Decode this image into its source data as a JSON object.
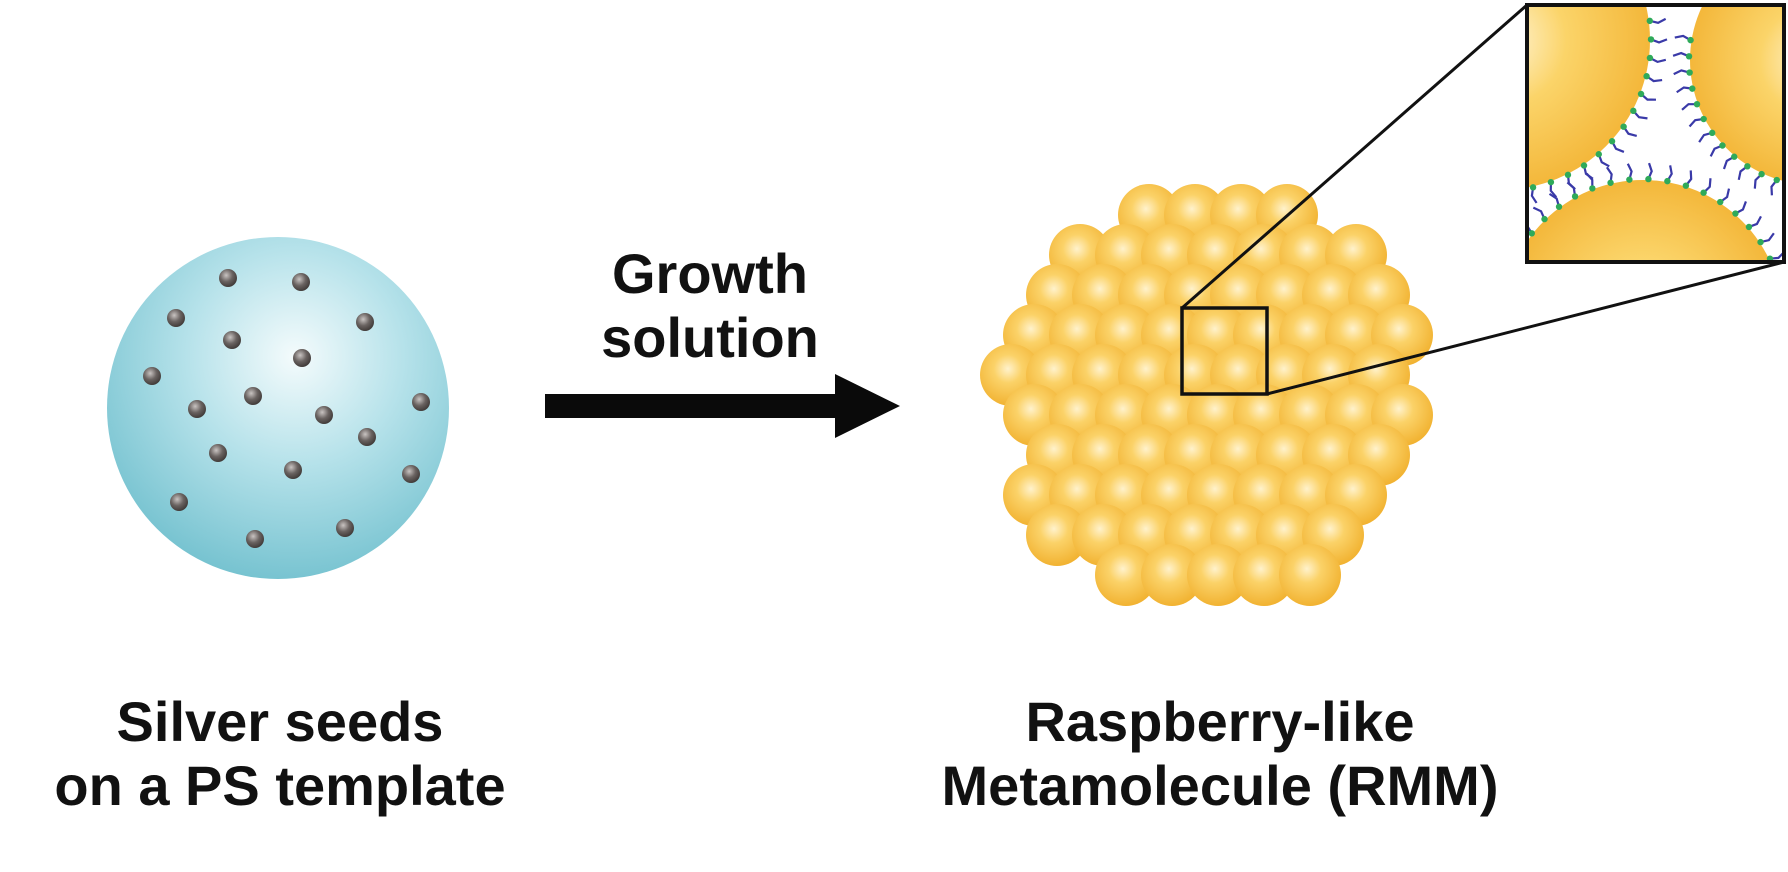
{
  "arrow": {
    "line1": "Growth",
    "line2": "solution"
  },
  "left_label": {
    "line1": "Silver seeds",
    "line2": "on a PS template"
  },
  "right_label": {
    "line1": "Raspberry-like",
    "line2": "Metamolecule (RMM)"
  },
  "colors": {
    "ps_sphere": "#7ec9d6",
    "silver_seed": "#5a5452",
    "gold_particle": "#f5b731",
    "ligand_chain": "#3a3aa8",
    "ligand_head": "#2faa5a",
    "outline": "#111111"
  }
}
